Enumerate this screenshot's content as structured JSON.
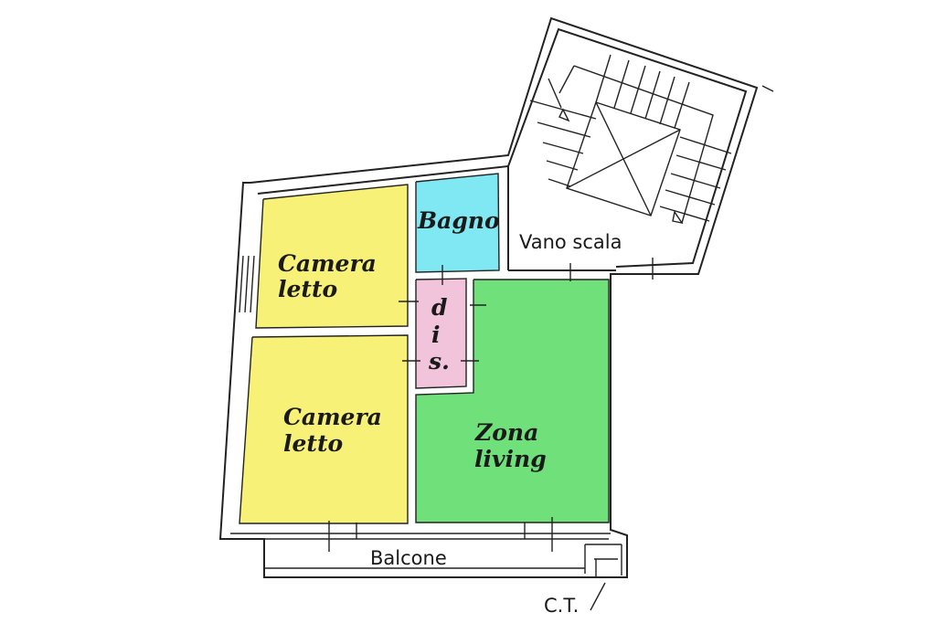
{
  "plan": {
    "rooms": {
      "bedroom_top": {
        "line1": "Camera",
        "line2": "letto",
        "color": "#f7f277"
      },
      "bedroom_bottom": {
        "line1": "Camera",
        "line2": "letto",
        "color": "#f7f277"
      },
      "bathroom": {
        "label": "Bagno",
        "color": "#7fe8f2"
      },
      "hallway": {
        "line1": "d",
        "line2": "i",
        "line3": "s.",
        "color": "#f2c4dc"
      },
      "living": {
        "line1": "Zona",
        "line2": "living",
        "color": "#6fe07a"
      }
    },
    "labels": {
      "stairwell": "Vano scala",
      "balcony": "Balcone",
      "boiler": "C.T."
    }
  }
}
